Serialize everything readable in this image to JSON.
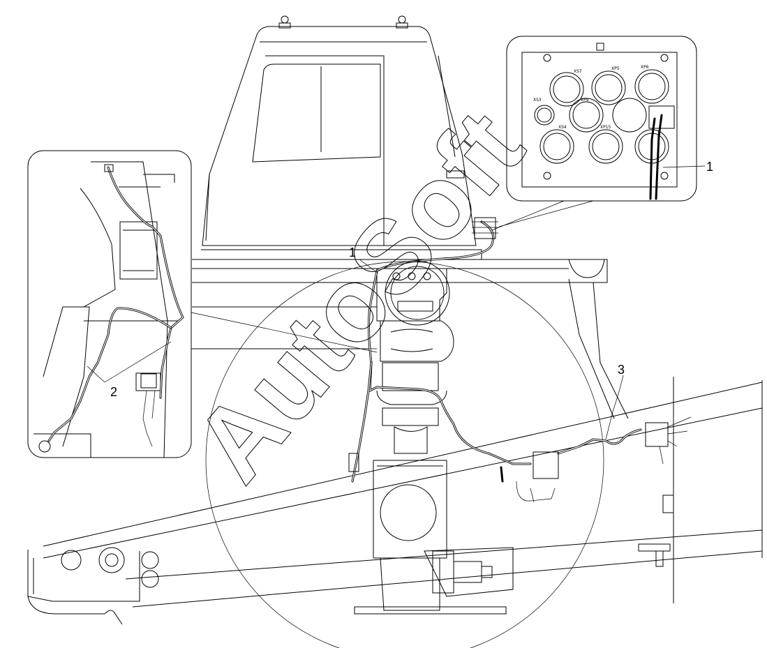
{
  "callouts": {
    "c1_top": "1",
    "c1_center": "1",
    "c2": "2",
    "c3": "3"
  },
  "connectors": {
    "xs7": "XS7",
    "xp5": "XP5",
    "xp6": "XP6",
    "xs3": "XS3",
    "xp9": "XP9",
    "xs4": "XS4",
    "xp15": "XP15"
  },
  "watermark": {
    "text": "AutoSoft",
    "seal_letter": "S"
  },
  "colors": {
    "line": "#000000",
    "background": "#ffffff"
  }
}
